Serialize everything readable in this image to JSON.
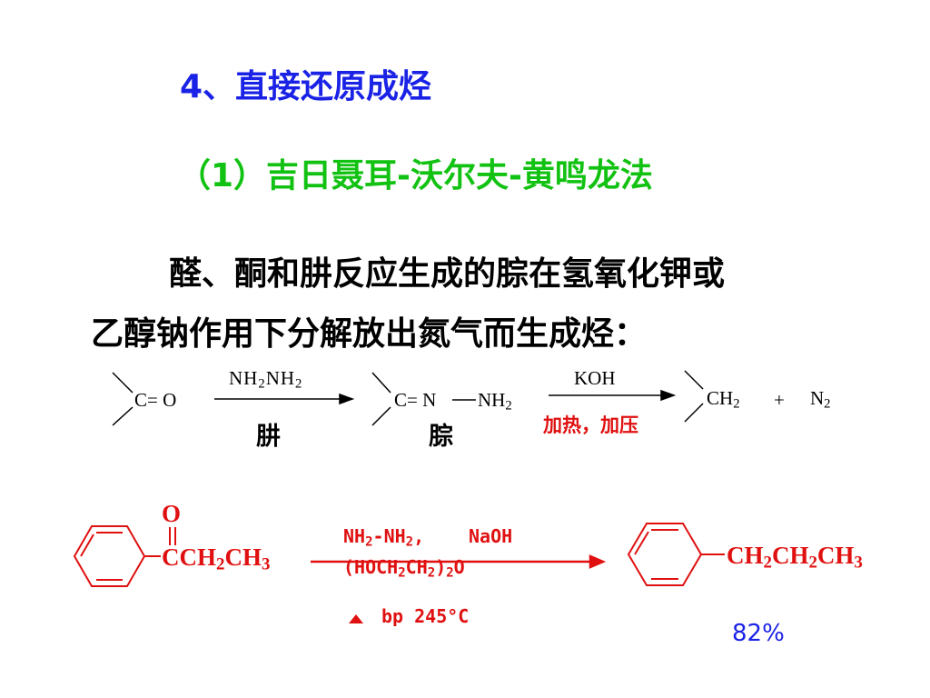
{
  "heading": "4、直接还原成烃",
  "subheading": "（1）吉日聂耳-沃尔夫-黄鸣龙法",
  "paragraph": {
    "line1": "醛、酮和肼反应生成的腙在氢氧化钾或",
    "line2": "乙醇钠作用下分解放出氮气而生成烃："
  },
  "general_reaction": {
    "reactant": "C= O",
    "reagent1": "NH2NH2",
    "reagent1_label": "肼",
    "intermediate": "C= N",
    "intermediate_tail": "NH2",
    "intermediate_label": "腙",
    "reagent2": "KOH",
    "condition2": "加热，加压",
    "product": "CH2",
    "plus": "+",
    "byproduct": "N2"
  },
  "example_reaction": {
    "carbonyl_o": "O",
    "reactant_chain": "CCH2CH3",
    "reagent_a": "NH2-NH2,",
    "reagent_b": "NaOH",
    "solvent": "(HOCH2CH2)2O",
    "condition": "bp  245°C",
    "product_chain": "CH2CH2CH3",
    "yield": "82%"
  },
  "colors": {
    "heading": "#1a22e6",
    "subheading": "#12c212",
    "reaction": "#e01010"
  }
}
